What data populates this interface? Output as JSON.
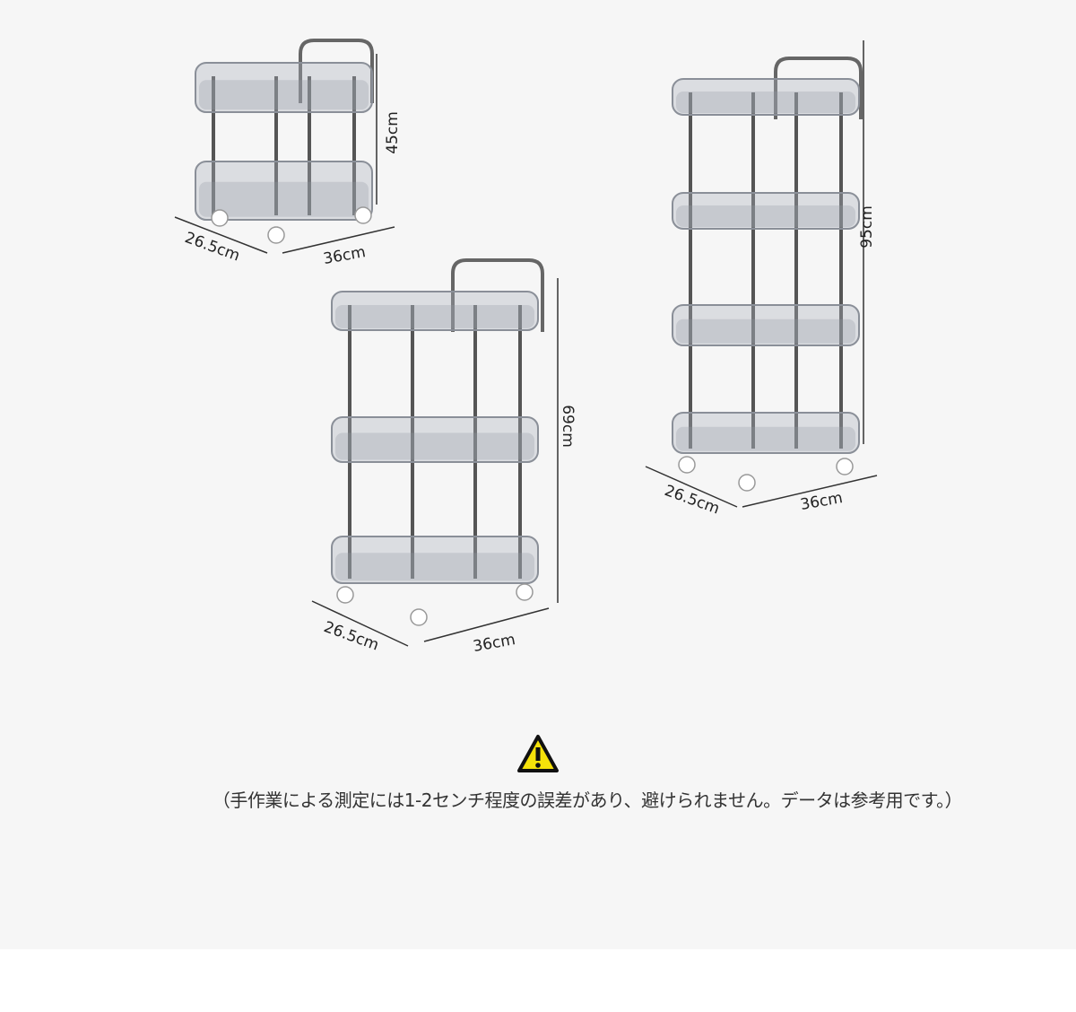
{
  "carts": [
    {
      "name": "2-tier",
      "tiers": 2,
      "height_label": "45cm",
      "depth_label": "26.5cm",
      "width_label": "36cm"
    },
    {
      "name": "3-tier",
      "tiers": 3,
      "height_label": "69cm",
      "depth_label": "26.5cm",
      "width_label": "36cm"
    },
    {
      "name": "4-tier",
      "tiers": 4,
      "height_label": "95cm",
      "depth_label": "26.5cm",
      "width_label": "36cm"
    }
  ],
  "warning": {
    "icon": "warning-triangle-icon",
    "color": "#f5e10a",
    "text": "（手作業による測定には1-2センチ程度の誤差があり、避けられません。データは参考用です。）"
  }
}
